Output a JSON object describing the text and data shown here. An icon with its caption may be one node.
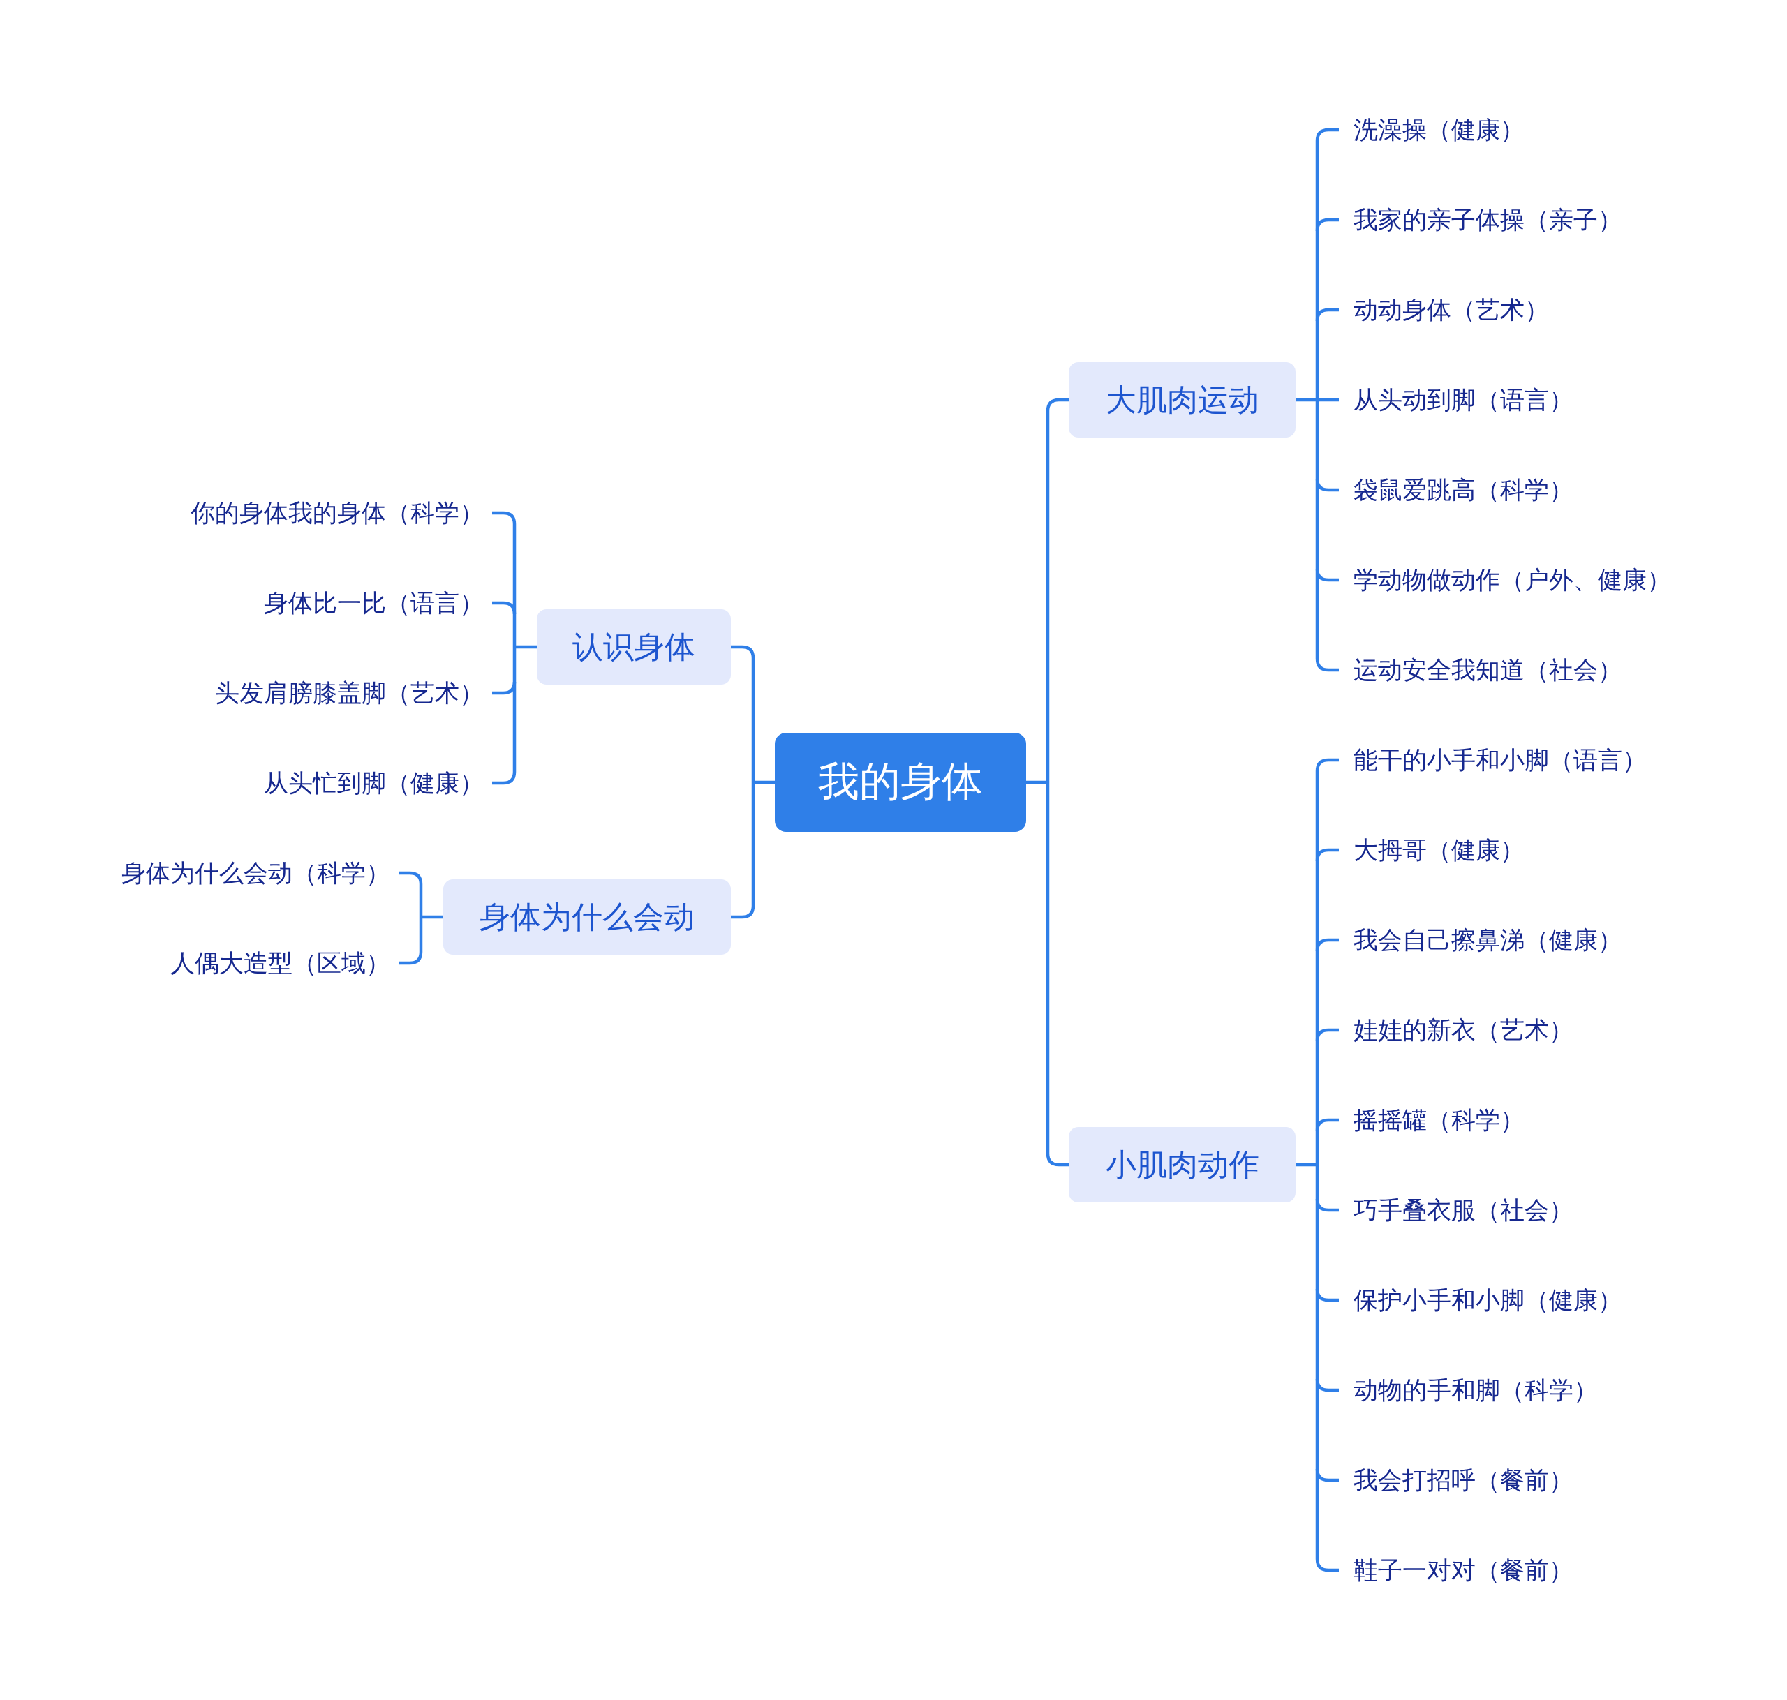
{
  "diagram": {
    "nodes": [
      {
        "text": [
          "我的身体"
        ]
      },
      {
        "text": [
          "大肌肉运动"
        ]
      },
      {
        "text": [
          "洗澡操（健康）"
        ]
      },
      {
        "text": [
          "我家的亲子体操（亲子）"
        ]
      },
      {
        "text": [
          "动动身体（艺术）"
        ]
      },
      {
        "text": [
          "从头动到脚（语言）"
        ]
      },
      {
        "text": [
          "袋鼠爱跳高（科学）"
        ]
      },
      {
        "text": [
          "学动物做动作（户外、健康）"
        ]
      },
      {
        "text": [
          "运动安全我知道（社会）"
        ]
      },
      {
        "text": [
          "小肌肉动作"
        ]
      },
      {
        "text": [
          "能干的小手和小脚（语言）"
        ]
      },
      {
        "text": [
          "大拇哥（健康）"
        ]
      },
      {
        "text": [
          "我会自己擦鼻涕（健康）"
        ]
      },
      {
        "text": [
          "娃娃的新衣（艺术）"
        ]
      },
      {
        "text": [
          "摇摇罐（科学）"
        ]
      },
      {
        "text": [
          "巧手叠衣服（社会）"
        ]
      },
      {
        "text": [
          "保护小手和小脚（健康）"
        ]
      },
      {
        "text": [
          "动物的手和脚（科学）"
        ]
      },
      {
        "text": [
          "我会打招呼（餐前）"
        ]
      },
      {
        "text": [
          "鞋子一对对（餐前）"
        ]
      },
      {
        "text": [
          "认识身体"
        ]
      },
      {
        "text": [
          "你的身体我的身体（科学）"
        ]
      },
      {
        "text": [
          "身体比一比（语言）"
        ]
      },
      {
        "text": [
          "头发肩膀膝盖脚（艺术）"
        ]
      },
      {
        "text": [
          "从头忙到脚（健康）"
        ]
      },
      {
        "text": [
          "身体为什么会动"
        ]
      },
      {
        "text": [
          "身体为什么会动（科学）"
        ]
      },
      {
        "text": [
          "人偶大造型（区域）"
        ]
      }
    ],
    "edges": [
      {
        "from": 0,
        "to": 1,
        "arrow": "none"
      },
      {
        "from": 1,
        "to": 2,
        "arrow": "none"
      },
      {
        "from": 1,
        "to": 3,
        "arrow": "none"
      },
      {
        "from": 1,
        "to": 4,
        "arrow": "none"
      },
      {
        "from": 1,
        "to": 5,
        "arrow": "none"
      },
      {
        "from": 1,
        "to": 6,
        "arrow": "none"
      },
      {
        "from": 1,
        "to": 7,
        "arrow": "none"
      },
      {
        "from": 1,
        "to": 8,
        "arrow": "none"
      },
      {
        "from": 0,
        "to": 9,
        "arrow": "none"
      },
      {
        "from": 9,
        "to": 10,
        "arrow": "none"
      },
      {
        "from": 9,
        "to": 11,
        "arrow": "none"
      },
      {
        "from": 9,
        "to": 12,
        "arrow": "none"
      },
      {
        "from": 9,
        "to": 13,
        "arrow": "none"
      },
      {
        "from": 9,
        "to": 14,
        "arrow": "none"
      },
      {
        "from": 9,
        "to": 15,
        "arrow": "none"
      },
      {
        "from": 9,
        "to": 16,
        "arrow": "none"
      },
      {
        "from": 9,
        "to": 17,
        "arrow": "none"
      },
      {
        "from": 9,
        "to": 18,
        "arrow": "none"
      },
      {
        "from": 9,
        "to": 19,
        "arrow": "none"
      },
      {
        "from": 0,
        "to": 20,
        "arrow": "none"
      },
      {
        "from": 20,
        "to": 21,
        "arrow": "none"
      },
      {
        "from": 20,
        "to": 22,
        "arrow": "none"
      },
      {
        "from": 20,
        "to": 23,
        "arrow": "none"
      },
      {
        "from": 20,
        "to": 24,
        "arrow": "none"
      },
      {
        "from": 0,
        "to": 25,
        "arrow": "none"
      },
      {
        "from": 25,
        "to": 26,
        "arrow": "none"
      },
      {
        "from": 25,
        "to": 27,
        "arrow": "none"
      }
    ]
  }
}
